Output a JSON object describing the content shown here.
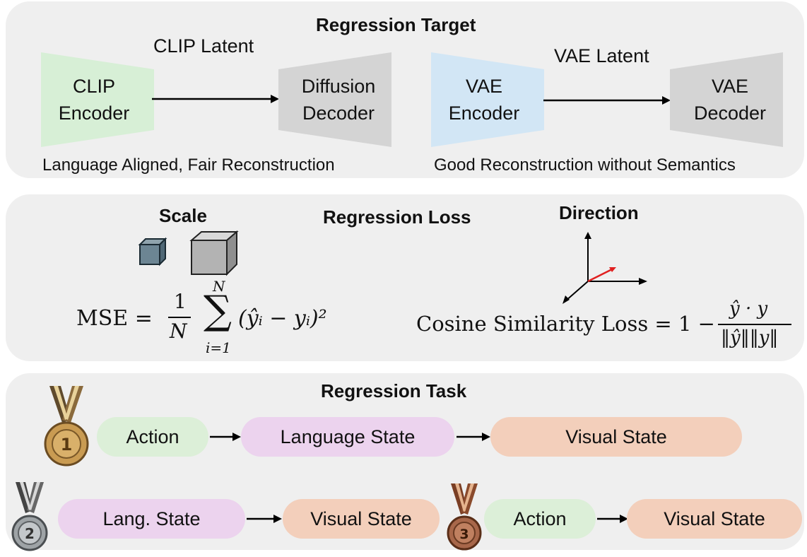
{
  "target": {
    "title": "Regression Target",
    "clip": {
      "latent": "CLIP Latent",
      "encoder": [
        "CLIP",
        "Encoder"
      ],
      "decoder": [
        "Diffusion",
        "Decoder"
      ],
      "caption": "Language Aligned, Fair Reconstruction"
    },
    "vae": {
      "latent": "VAE Latent",
      "encoder": [
        "VAE",
        "Encoder"
      ],
      "decoder": [
        "VAE",
        "Decoder"
      ],
      "caption": "Good Reconstruction without Semantics"
    }
  },
  "loss": {
    "title": "Regression Loss",
    "scale": "Scale",
    "direction": "Direction",
    "mse": {
      "lhs": "MSE = ",
      "frac_num": "1",
      "frac_den": "N",
      "sum_top": "N",
      "sum_bottom": "i=1",
      "body": "(ŷᵢ − yᵢ)²"
    },
    "cos": {
      "lhs": "Cosine Similarity Loss = 1 − ",
      "num": "ŷ · y",
      "den": "‖ŷ‖‖y‖"
    }
  },
  "task": {
    "title": "Regression Task",
    "row1": {
      "rank": "1",
      "steps": [
        "Action",
        "Language State",
        "Visual State"
      ]
    },
    "row2": {
      "rank": "2",
      "steps": [
        "Lang. State",
        "Visual State"
      ]
    },
    "row3": {
      "rank": "3",
      "steps": [
        "Action",
        "Visual State"
      ]
    }
  },
  "colors": {
    "clip_encoder": "#d7efd6",
    "vae_encoder": "#d2e6f5",
    "decoder": "#d4d4d4",
    "green": "#dcefd8",
    "pink": "#ecd3ee",
    "salmon": "#f3cfbb",
    "gold": "#c99b52",
    "silver": "#9ea3a6",
    "bronze": "#a8674a",
    "arrow_red": "#e02020"
  }
}
